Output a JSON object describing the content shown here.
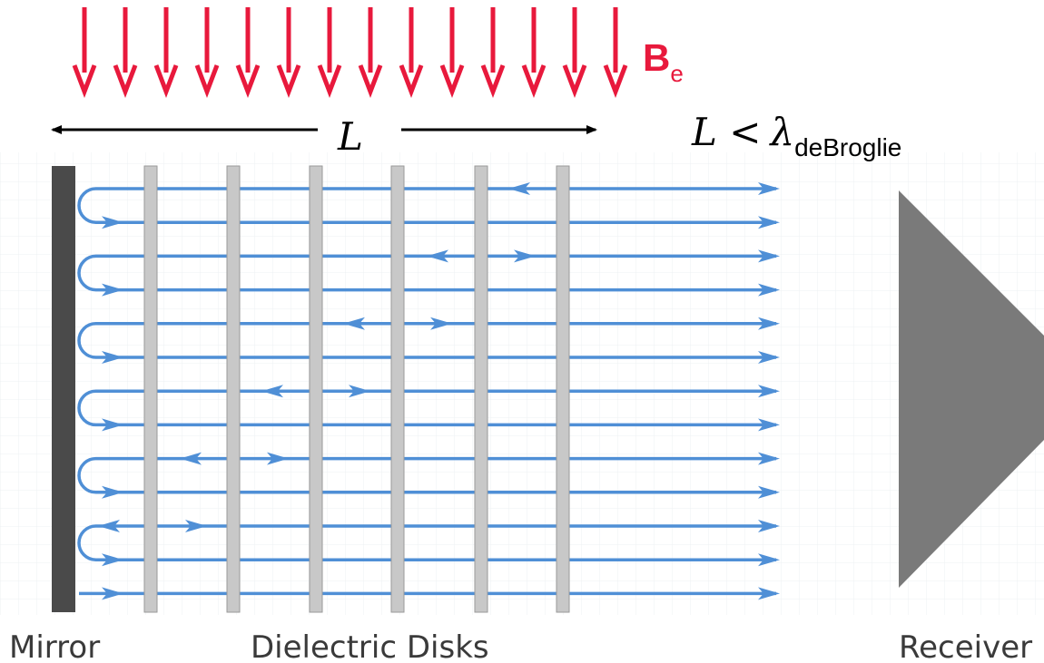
{
  "field": {
    "symbol": "B",
    "subscript": "e",
    "color": "#e8193c",
    "arrow_count": 14
  },
  "length": {
    "symbol": "L",
    "condition_prefix": "L <",
    "lambda": "λ",
    "lambda_sub": "deBroglie"
  },
  "labels": {
    "mirror": "Mirror",
    "disks": "Dielectric Disks",
    "receiver": "Receiver"
  },
  "colors": {
    "beam": "#4f8fd6",
    "mirror": "#4a4a4a",
    "disk": "#c8c8c8",
    "receiver": "#7a7a7a",
    "grid": "#eef0f3"
  },
  "disk_count": 6
}
